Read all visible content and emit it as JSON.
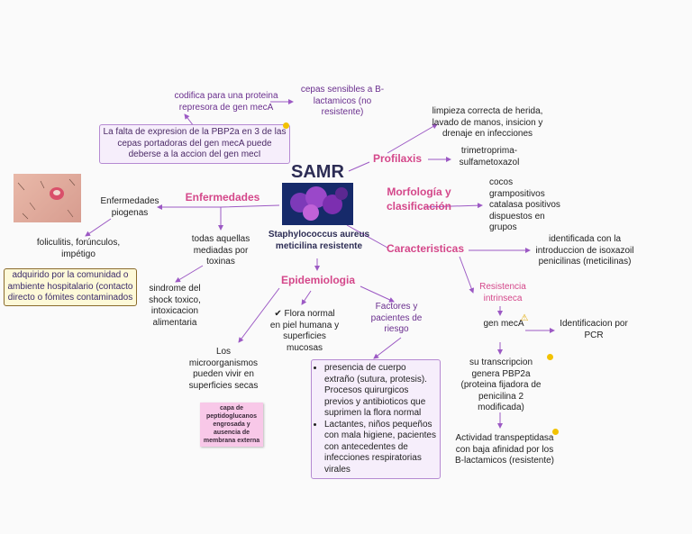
{
  "center": {
    "title": "SAMR",
    "subtitle": "Staphylococcus aureus meticilina resistente"
  },
  "nodes": {
    "codifica": "codifica para una proteina represora de gen mecA",
    "cepas_sensibles": "cepas sensibles a B-lactamicos (no resistente)",
    "falta_expresion": "La falta de expresion de la PBP2a en 3 de las cepas portadoras del gen mecA puede deberse a la accion del gen mecI",
    "profilaxis": "Profilaxis",
    "limpieza": "limpieza correcta de herida, lavado de manos, insicion y drenaje en infecciones",
    "trimetroprima": "trimetroprima-sulfametoxazol",
    "enfermedades": "Enfermedades",
    "enfermedades_piogenas": "Enfermedades piogenas",
    "foliculitis": "foliculitis, forúnculos, impétigo",
    "adquirido": "adquirido por la comunidad o ambiente hospitalario (contacto directo o fómites contaminados",
    "todas_aquellas": "todas aquellas mediadas por toxinas",
    "sindrome": "sindrome del shock toxico, intoxicacion alimentaria",
    "morfologia": "Morfología y clasificación",
    "cocos": "cocos grampositivos catalasa positivos dispuestos en grupos",
    "caracteristicas": "Caracteristicas",
    "identificada": "identificada con la introduccion de isoxazoil penicilinas (meticilinas)",
    "resistencia": "Resistencia intrinseca",
    "gen_meca": "gen mecA",
    "identificacion_pcr": "Identificacion por PCR",
    "transcripcion": "su transcripcion genera PBP2a (proteina fijadora de penicilina 2 modificada)",
    "actividad": "Actividad transpeptidasa con baja afinidad por los B-lactamicos (resistente)",
    "epidemiologia": "Epidemiologia",
    "flora": "✔ Flora normal en piel humana y superficies mucosas",
    "factores": "Factores y pacientes de riesgo",
    "microorganismos": "Los microorganismos pueden vivir en superficies  secas",
    "capa": "capa de peptidoglucanos engrosada y ausencia de membrana externa",
    "riesgo_items": [
      "presencia de cuerpo extraño (sutura, protesis). Procesos quirurgicos previos y antibioticos que suprimen la flora normal",
      "Lactantes, niños pequeños con mala higiene, pacientes con antecedentes de infecciones respiratorias virales"
    ]
  },
  "icons": {
    "warning": "⚠",
    "note_dot": "sticky-note-dot"
  },
  "colors": {
    "link": "#9c59c4",
    "pink_text": "#d4478a",
    "purple_text": "#6a2f8e",
    "note_yellow": "#fdf9d8",
    "note_pink": "#f8c8e8",
    "box_lilac": "#f6eefb"
  }
}
